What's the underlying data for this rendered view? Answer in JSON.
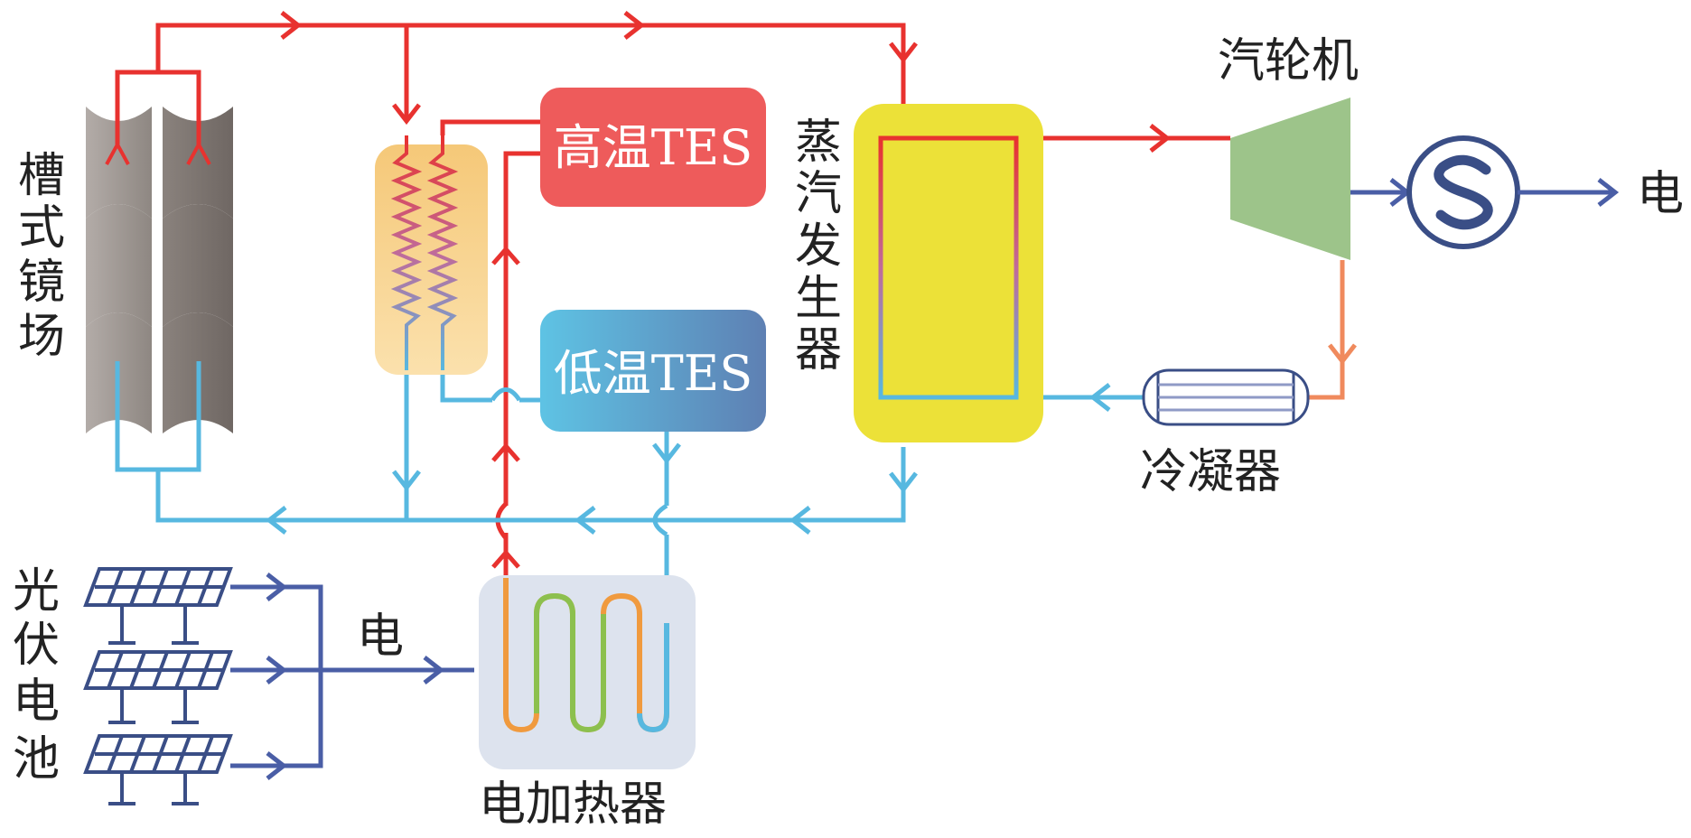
{
  "labels": {
    "trough_field": [
      "槽",
      "式",
      "镜",
      "场"
    ],
    "high_temp_tes": "高温TES",
    "low_temp_tes": "低温TES",
    "steam_generator": [
      "蒸",
      "汽",
      "发",
      "生",
      "器"
    ],
    "turbine": "汽轮机",
    "electricity_out": "电",
    "condenser": "冷凝器",
    "pv_cells": [
      "光",
      "伏",
      "电",
      "池"
    ],
    "electricity_pv": "电",
    "electric_heater": "电加热器"
  },
  "colors": {
    "hot_line": "#e8322f",
    "cold_line": "#57b8e0",
    "electric_line": "#4a5ea6",
    "condensate_line": "#f08a5d",
    "high_tes_fill": "#ee5b5b",
    "low_tes_fill_start": "#5ec3e4",
    "low_tes_fill_end": "#5e80b3",
    "steam_gen_fill": "#ece138",
    "turbine_fill": "#9dc48a",
    "heater_fill": "#dde3ee",
    "hx_fill": "#f8d592",
    "mirror_fill": "#9a938f"
  },
  "icons": {
    "generator": "sine-wave-generator-icon",
    "pv_panel": "solar-panel-icon",
    "condenser": "shell-tube-condenser-icon",
    "mirror": "parabolic-trough-mirror-icon"
  }
}
